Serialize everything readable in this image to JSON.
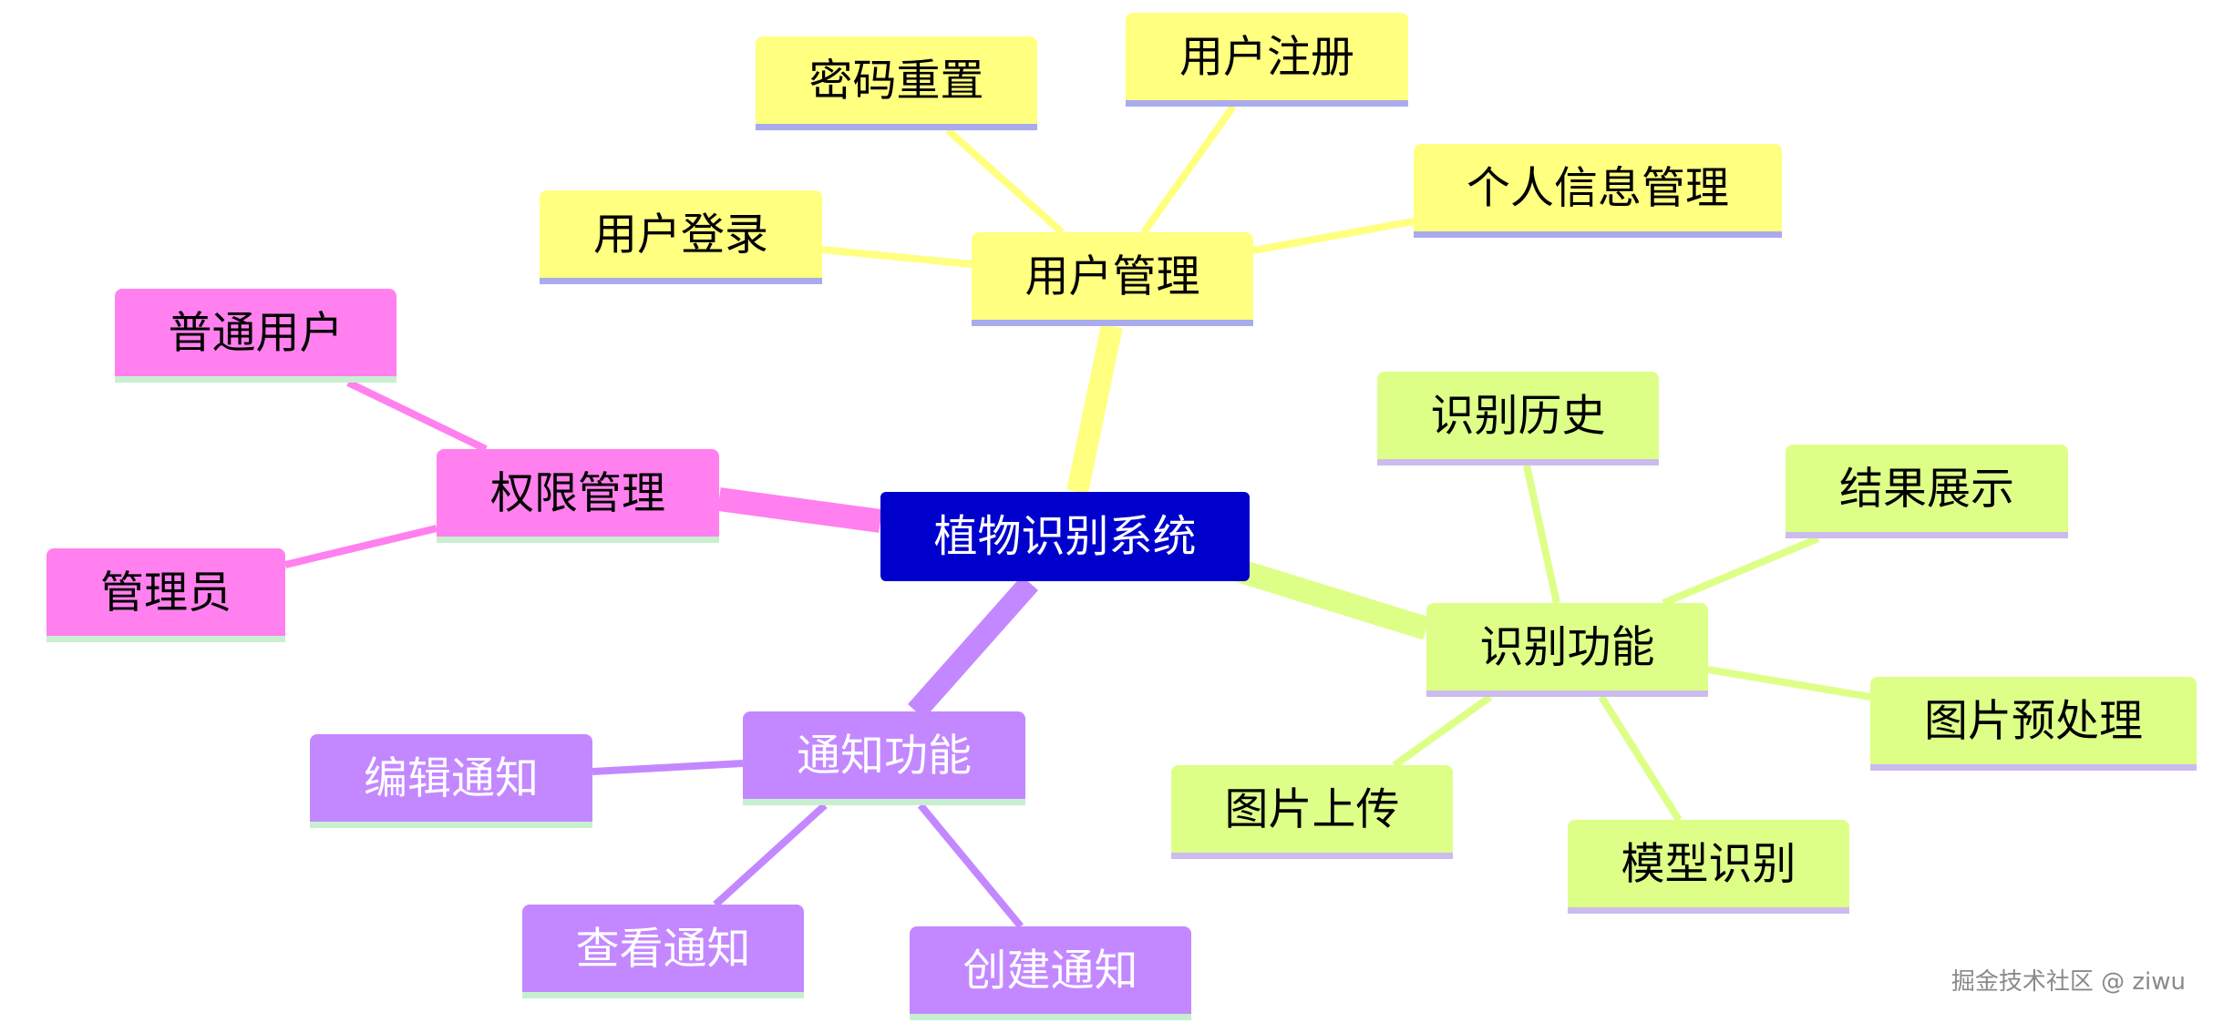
{
  "diagram": {
    "root": {
      "id": "root",
      "label": "植物识别系统",
      "fill": "#0000cc",
      "text_color": "#ffffff",
      "underline": "#0000cc"
    },
    "branches": [
      {
        "id": "user",
        "label": "用户管理",
        "fill": "#ffff80",
        "underline": "#aaaaee",
        "edge_color": "#ffff80",
        "text_color": "#000000",
        "children": [
          {
            "id": "user-login",
            "label": "用户登录"
          },
          {
            "id": "pwd-reset",
            "label": "密码重置"
          },
          {
            "id": "user-register",
            "label": "用户注册"
          },
          {
            "id": "profile",
            "label": "个人信息管理"
          }
        ]
      },
      {
        "id": "perm",
        "label": "权限管理",
        "fill": "#ff80ee",
        "underline": "#c8f0d0",
        "edge_color": "#ff80ee",
        "text_color": "#000000",
        "children": [
          {
            "id": "normal-user",
            "label": "普通用户"
          },
          {
            "id": "admin",
            "label": "管理员"
          }
        ]
      },
      {
        "id": "recog",
        "label": "识别功能",
        "fill": "#ddff88",
        "underline": "#ccbbee",
        "edge_color": "#ddff88",
        "text_color": "#000000",
        "children": [
          {
            "id": "history",
            "label": "识别历史"
          },
          {
            "id": "result",
            "label": "结果展示"
          },
          {
            "id": "preprocess",
            "label": "图片预处理"
          },
          {
            "id": "model",
            "label": "模型识别"
          },
          {
            "id": "upload",
            "label": "图片上传"
          }
        ]
      },
      {
        "id": "notify",
        "label": "通知功能",
        "fill": "#c388ff",
        "underline": "#c8f0d0",
        "edge_color": "#c388ff",
        "text_color": "#ffffff",
        "children": [
          {
            "id": "edit-notice",
            "label": "编辑通知"
          },
          {
            "id": "view-notice",
            "label": "查看通知"
          },
          {
            "id": "create-notice",
            "label": "创建通知"
          }
        ]
      }
    ]
  },
  "watermark": "掘金技术社区 @ ziwu"
}
